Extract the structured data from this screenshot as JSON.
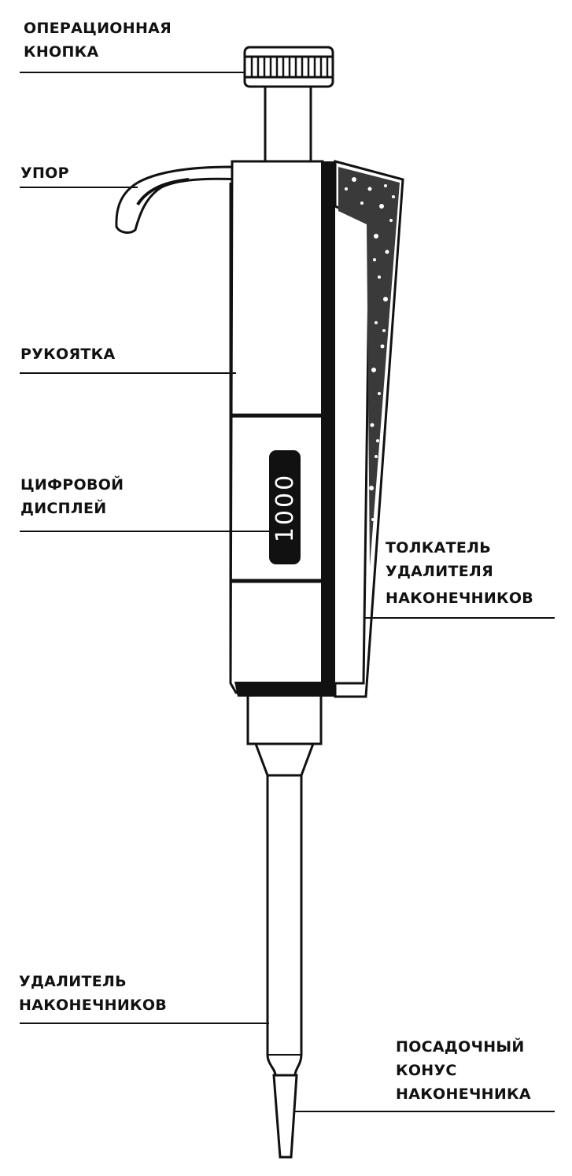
{
  "labels": {
    "operating_button": [
      "ОПЕРАЦИОННАЯ",
      "КНОПКА"
    ],
    "stop": [
      "УПОР"
    ],
    "handle": [
      "РУКОЯТКА"
    ],
    "digital_display": [
      "ЦИФРОВОЙ",
      "ДИСПЛЕЙ"
    ],
    "tip_ejector_button": [
      "ТОЛКАТЕЛЬ",
      "УДАЛИТЕЛЯ",
      "НАКОНЕЧНИКОВ"
    ],
    "tip_ejector": [
      "УДАЛИТЕЛЬ",
      "НАКОНЕЧНИКОВ"
    ],
    "tip_cone": [
      "ПОСАДОЧНЫЙ",
      "КОНУС",
      "НАКОНЕЧНИКА"
    ]
  },
  "display": {
    "value": "1000"
  },
  "colors": {
    "ink": "#111111",
    "paper": "#ffffff"
  }
}
